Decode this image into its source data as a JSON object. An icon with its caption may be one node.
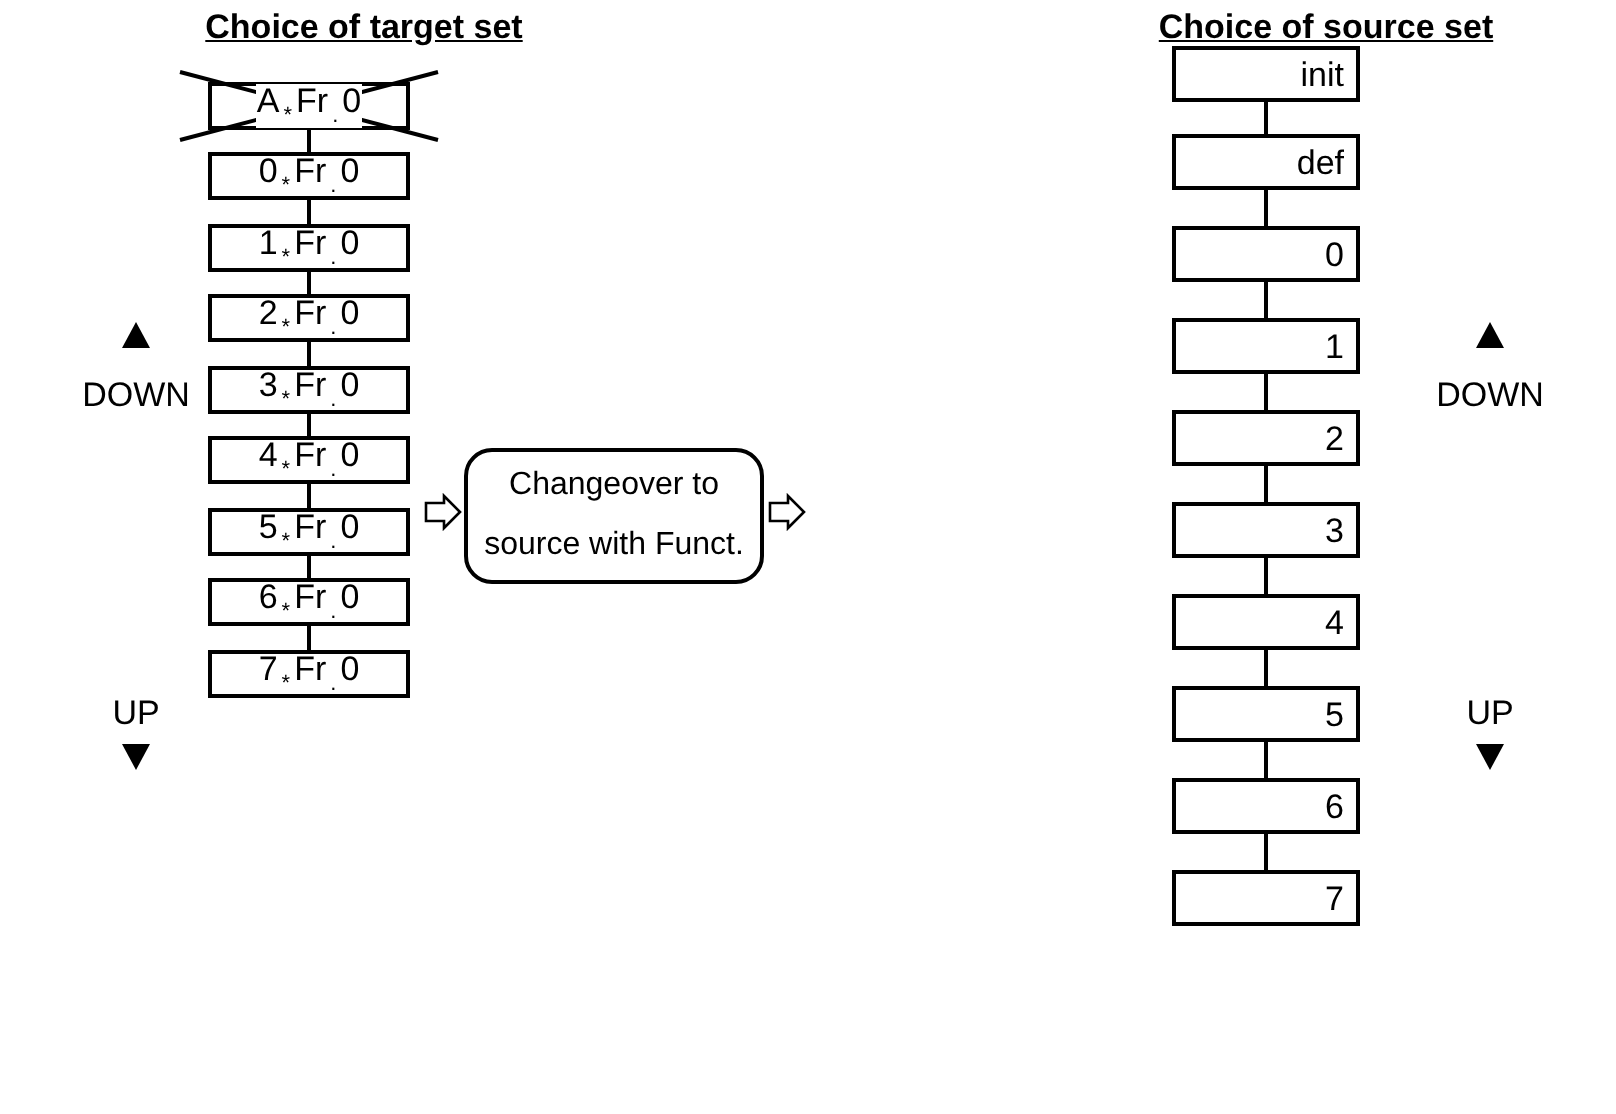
{
  "diagram": {
    "nodes": [
      {
        "text": [
          "A$_{*}$Fr$_{.}$0"
        ]
      },
      {
        "text": [
          "0$_{*}$Fr$_{.}$0"
        ]
      },
      {
        "text": [
          "1$_{*}$Fr$_{.}$0"
        ]
      },
      {
        "text": [
          "2$_{*}$Fr$_{.}$0"
        ]
      },
      {
        "text": [
          "3$_{*}$Fr$_{.}$0"
        ]
      },
      {
        "text": [
          "4$_{*}$Fr$_{.}$0"
        ]
      },
      {
        "text": [
          "5$_{*}$Fr$_{.}$0"
        ]
      },
      {
        "text": [
          "6$_{*}$Fr$_{.}$0"
        ]
      },
      {
        "text": [
          "7$_{*}$Fr$_{.}$0"
        ]
      },
      {
        "text": [
          "Changeover to source with Funct."
        ]
      },
      {
        "text": [
          "init"
        ]
      },
      {
        "text": [
          "def"
        ]
      },
      {
        "text": [
          "0"
        ]
      },
      {
        "text": [
          "1"
        ]
      },
      {
        "text": [
          "2"
        ]
      },
      {
        "text": [
          "3"
        ]
      },
      {
        "text": [
          "4"
        ]
      },
      {
        "text": [
          "5"
        ]
      },
      {
        "text": [
          "6"
        ]
      },
      {
        "text": [
          "7"
        ]
      }
    ],
    "edges": [
      {
        "from": 0,
        "to": 1,
        "arrow": "none"
      },
      {
        "from": 1,
        "to": 2,
        "arrow": "none"
      },
      {
        "from": 2,
        "to": 3,
        "arrow": "none"
      },
      {
        "from": 3,
        "to": 4,
        "arrow": "none"
      },
      {
        "from": 4,
        "to": 5,
        "arrow": "none"
      },
      {
        "from": 5,
        "to": 6,
        "arrow": "none"
      },
      {
        "from": 6,
        "to": 7,
        "arrow": "none"
      },
      {
        "from": 7,
        "to": 8,
        "arrow": "none"
      },
      {
        "from": null,
        "to": 9,
        "arrow": "to"
      },
      {
        "from": 9,
        "to": null,
        "arrow": "to"
      },
      {
        "from": 10,
        "to": 11,
        "arrow": "none"
      },
      {
        "from": 11,
        "to": 12,
        "arrow": "none"
      },
      {
        "from": 12,
        "to": 13,
        "arrow": "none"
      },
      {
        "from": 13,
        "to": 14,
        "arrow": "none"
      },
      {
        "from": 14,
        "to": 15,
        "arrow": "none"
      },
      {
        "from": 15,
        "to": 16,
        "arrow": "none"
      },
      {
        "from": 16,
        "to": 17,
        "arrow": "none"
      },
      {
        "from": 17,
        "to": 18,
        "arrow": "none"
      },
      {
        "from": 18,
        "to": 19,
        "arrow": "none"
      }
    ],
    "labels": [
      "Choice of target set",
      "Choice of source set",
      "DOWN",
      "DOWN",
      "UP",
      "UP"
    ]
  }
}
